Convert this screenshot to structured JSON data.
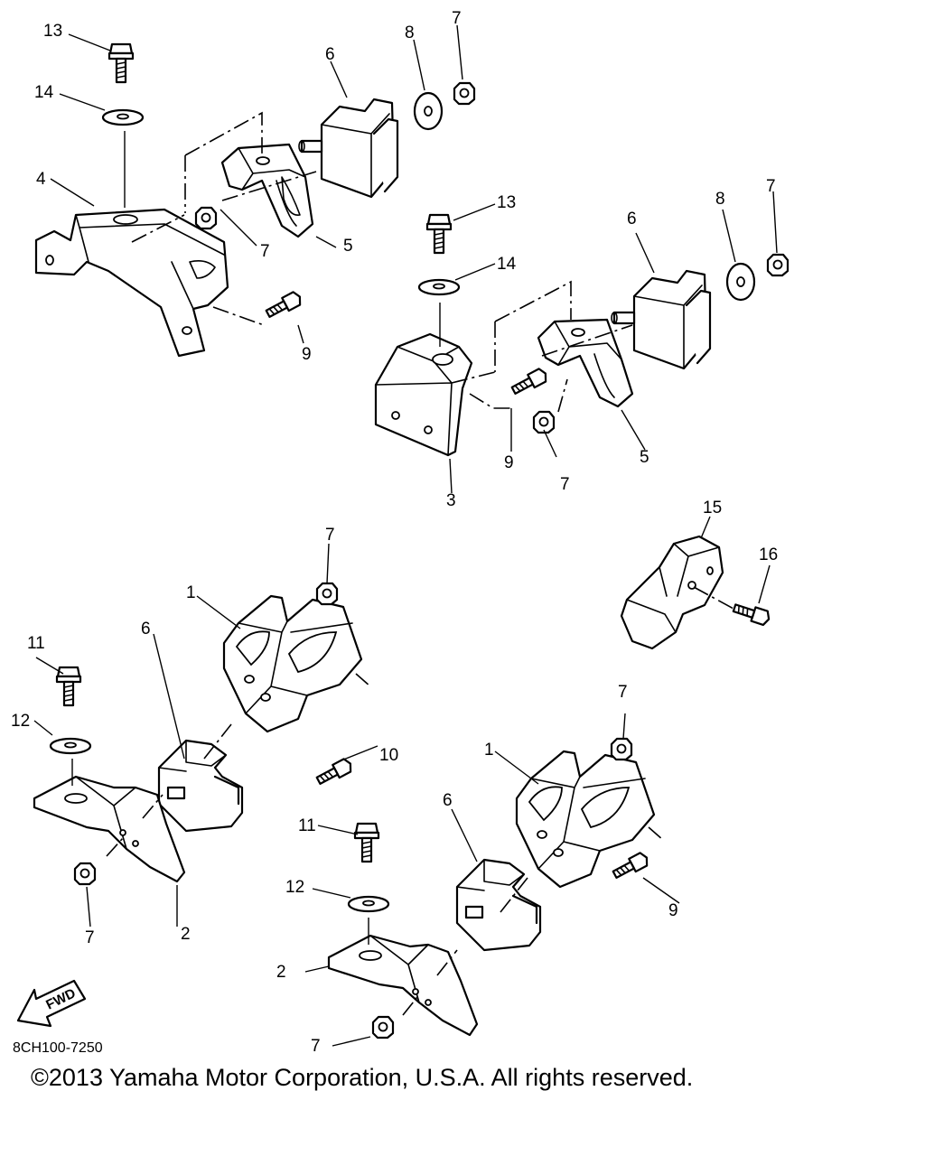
{
  "diagram": {
    "drawing_code": "8CH100-7250",
    "fwd_label": "FWD",
    "callouts": [
      "1",
      "2",
      "3",
      "4",
      "5",
      "6",
      "7",
      "8",
      "9",
      "10",
      "11",
      "12",
      "13",
      "14",
      "15",
      "16"
    ]
  },
  "footer": {
    "copyright": "©2013 Yamaha Motor Corporation, U.S.A. All rights reserved."
  }
}
